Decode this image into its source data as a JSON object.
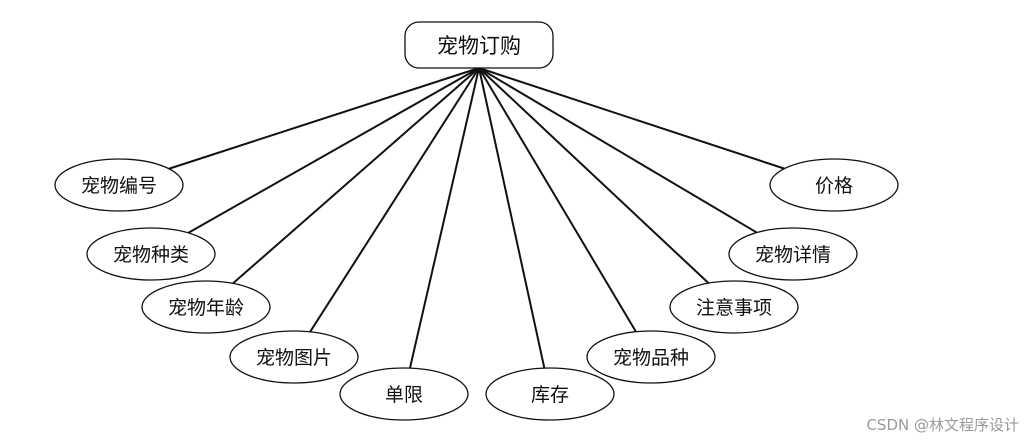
{
  "diagram": {
    "root": {
      "label": "宠物订购"
    },
    "attributes": [
      {
        "id": "pet-id",
        "label": "宠物编号"
      },
      {
        "id": "pet-type",
        "label": "宠物种类"
      },
      {
        "id": "pet-age",
        "label": "宠物年龄"
      },
      {
        "id": "pet-image",
        "label": "宠物图片"
      },
      {
        "id": "unit-limit",
        "label": "单限"
      },
      {
        "id": "stock",
        "label": "库存"
      },
      {
        "id": "pet-breed",
        "label": "宠物品种"
      },
      {
        "id": "notes",
        "label": "注意事项"
      },
      {
        "id": "pet-details",
        "label": "宠物详情"
      },
      {
        "id": "price",
        "label": "价格"
      }
    ]
  },
  "watermark": "CSDN @林文程序设计",
  "colors": {
    "stroke": "#111111",
    "background": "#ffffff",
    "watermark": "#9a9a9a"
  }
}
